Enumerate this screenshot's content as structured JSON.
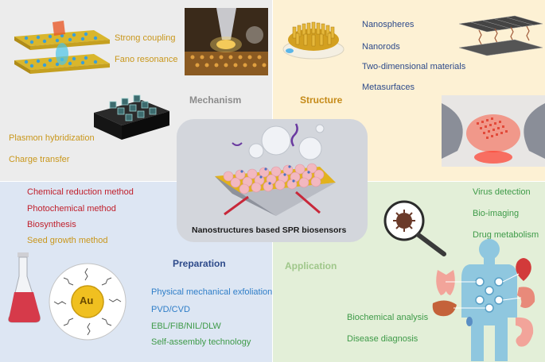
{
  "center": {
    "label": "Nanostructures based SPR biosensors"
  },
  "mechanism": {
    "heading": "Mechanism",
    "items": [
      "Strong coupling",
      "Fano resonance",
      "Plasmon hybridization",
      "Charge transfer"
    ]
  },
  "structure": {
    "heading": "Structure",
    "items": [
      "Nanospheres",
      "Nanorods",
      "Two-dimensional materials",
      "Metasurfaces"
    ]
  },
  "preparation": {
    "heading": "Preparation",
    "chemical_items": [
      "Chemical reduction method",
      "Photochemical method",
      "Biosynthesis",
      "Seed growth method"
    ],
    "physical_items": [
      "Physical mechanical exfoliation",
      "PVD/CVD",
      "EBL/FIB/NIL/DLW",
      "Self-assembly technology"
    ],
    "au_label": "Au"
  },
  "application": {
    "heading": "Application",
    "top_items": [
      "Virus detection",
      "Bio-imaging",
      "Drug metabolism"
    ],
    "bottom_items": [
      "Biochemical analysis",
      "Disease diagnosis"
    ]
  },
  "colors": {
    "mechanism_bg": "#ececec",
    "structure_bg": "#fdf1d4",
    "preparation_bg": "#dde6f3",
    "application_bg": "#e3efd8",
    "gold_text": "#c9971c",
    "navy_text": "#2d4a8a",
    "red_text": "#c0202c",
    "blue_text": "#2f7ec8",
    "green_text": "#3e9a48"
  },
  "icons": [
    "layered-lattice-icon",
    "nanogap-antenna-icon",
    "nanopillar-array-icon",
    "nanorod-disk-icon",
    "2d-material-sheets-icon",
    "metasurface-chip-icon",
    "flask-icon",
    "au-nanoparticle-icon",
    "magnifier-virus-icon",
    "human-body-organs-icon",
    "spr-sensor-chip-icon"
  ]
}
